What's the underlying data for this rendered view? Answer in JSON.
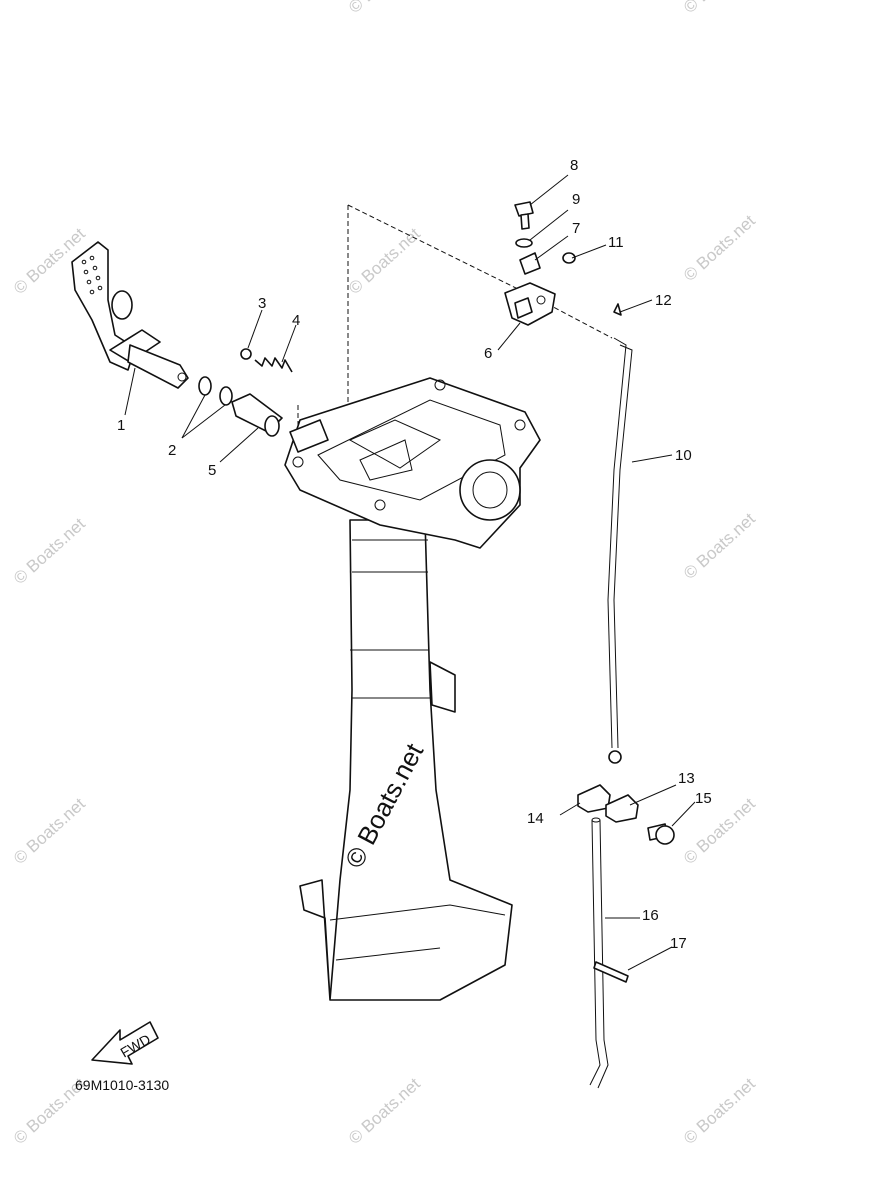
{
  "diagram": {
    "part_code": "69M1010-3130",
    "fwd_label": "FWD",
    "center_watermark": "© Boats.net",
    "watermark_text": "© Boats.net",
    "callouts": [
      "1",
      "2",
      "3",
      "4",
      "5",
      "6",
      "7",
      "8",
      "9",
      "10",
      "11",
      "12",
      "13",
      "14",
      "15",
      "16",
      "17"
    ]
  }
}
